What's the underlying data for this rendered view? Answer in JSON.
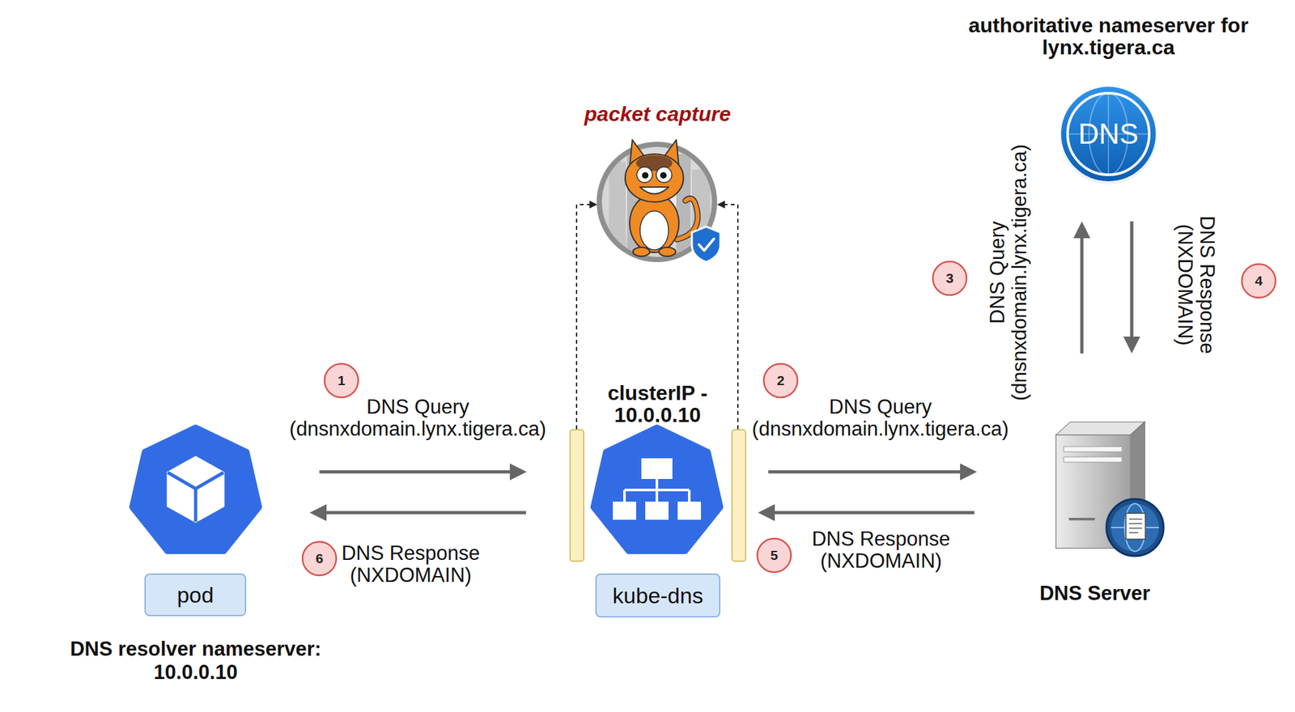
{
  "diagram": {
    "nodes": [
      {
        "text": [
          "authoritative nameserver for lynx.tigera.ca",
          "DNS"
        ]
      },
      {
        "text": [
          "packet capture"
        ]
      },
      {
        "text": [
          "pod",
          "DNS resolver nameserver: 10.0.0.10"
        ]
      },
      {
        "text": [
          "clusterIP - 10.0.0.10",
          "kube-dns"
        ]
      },
      {
        "text": [
          "DNS Server"
        ]
      }
    ],
    "edges": [
      {
        "from": 2,
        "to": 3,
        "label": "DNS Query (dnsnxdomain.lynx.tigera.ca)",
        "arrow": "to"
      },
      {
        "from": 3,
        "to": 4,
        "label": "DNS Query (dnsnxdomain.lynx.tigera.ca)",
        "arrow": "to"
      },
      {
        "from": 4,
        "to": 0,
        "label": "DNS Query (dnsnxdomain.lynx.tigera.ca)",
        "arrow": "to"
      },
      {
        "from": 0,
        "to": 4,
        "label": "DNS Response (NXDOMAIN)",
        "arrow": "to"
      },
      {
        "from": 4,
        "to": 3,
        "label": "DNS Response (NXDOMAIN)",
        "arrow": "to"
      },
      {
        "from": 3,
        "to": 2,
        "label": "DNS Response (NXDOMAIN)",
        "arrow": "to"
      }
    ],
    "labels": [
      "1",
      "2",
      "3",
      "4",
      "5",
      "6"
    ]
  }
}
